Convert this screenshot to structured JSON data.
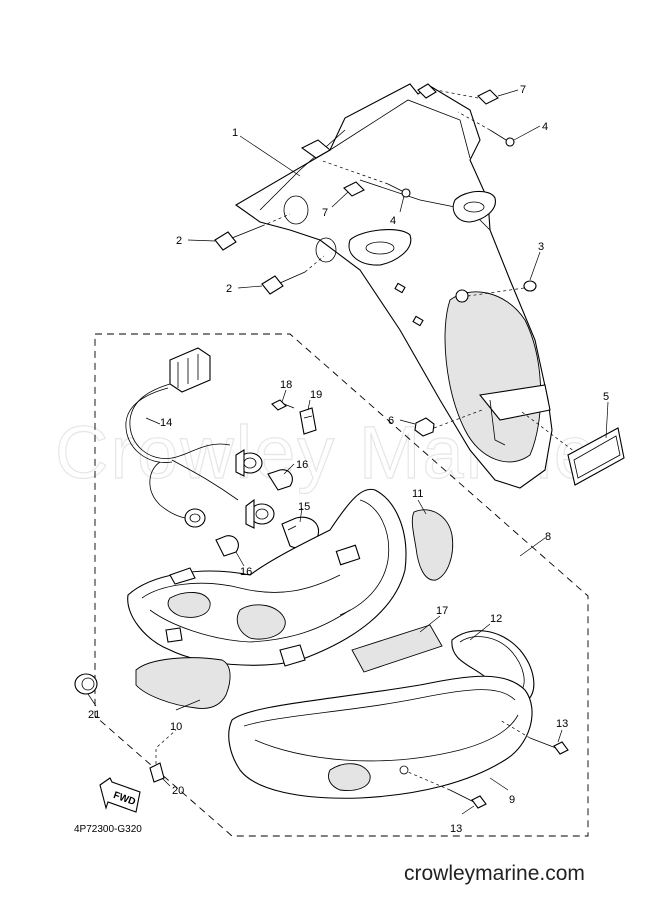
{
  "watermark": "Crowley Marine",
  "diagram_code": "4P72300-G320",
  "site_url": "crowleymarine.com",
  "fwd_label": "FWD",
  "callouts": {
    "c1": "1",
    "c2a": "2",
    "c2b": "2",
    "c3": "3",
    "c4a": "4",
    "c4b": "4",
    "c5": "5",
    "c6": "6",
    "c7a": "7",
    "c7b": "7",
    "c8": "8",
    "c9": "9",
    "c10": "10",
    "c11": "11",
    "c12": "12",
    "c13a": "13",
    "c13b": "13",
    "c14": "14",
    "c15": "15",
    "c16a": "16",
    "c16b": "16",
    "c17": "17",
    "c18": "18",
    "c19": "19",
    "c20": "20",
    "c21": "21"
  }
}
